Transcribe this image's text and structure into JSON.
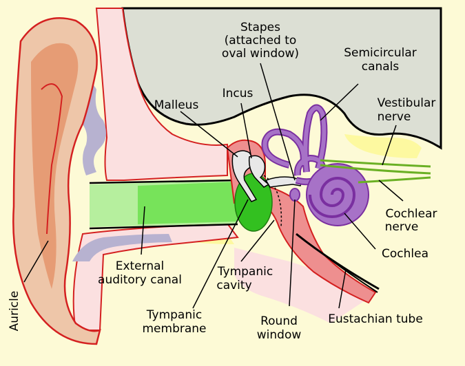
{
  "labels": {
    "stapes_1": "Stapes",
    "stapes_2": "(attached to",
    "stapes_3": "oval window)",
    "semicircular_1": "Semicircular",
    "semicircular_2": "canals",
    "incus": "Incus",
    "malleus": "Malleus",
    "vestibular_1": "Vestibular",
    "vestibular_2": "nerve",
    "cochlear_nerve_1": "Cochlear",
    "cochlear_nerve_2": "nerve",
    "cochlea": "Cochlea",
    "external_1": "External",
    "external_2": "auditory canal",
    "tympanic_cavity_1": "Tympanic",
    "tympanic_cavity_2": "cavity",
    "tympanic_membrane_1": "Tympanic",
    "tympanic_membrane_2": "membrane",
    "round_window_1": "Round",
    "round_window_2": "window",
    "eustachian": "Eustachian tube",
    "auricle": "Auricle"
  },
  "colors": {
    "background": "#ffffff",
    "fluid": "#fdfad6",
    "yellow_bone": "#fdf9a0",
    "tissue": "#f7d5c8",
    "skin": "#fbe0e0",
    "brain_area": "#dcdfd4",
    "cartilage": "#b7b2d0",
    "red_line": "#d42020",
    "canal_green": "#77e35a",
    "eardrum_green": "#33c020",
    "cochlea_purple": "#a772c7",
    "cochlea_outline": "#7a2fa0",
    "nerve_green": "#6ab024",
    "eustachian_pink": "#ee8f8f",
    "ear_skin": "#eec6a9",
    "ear_dark": "#e69c75"
  }
}
